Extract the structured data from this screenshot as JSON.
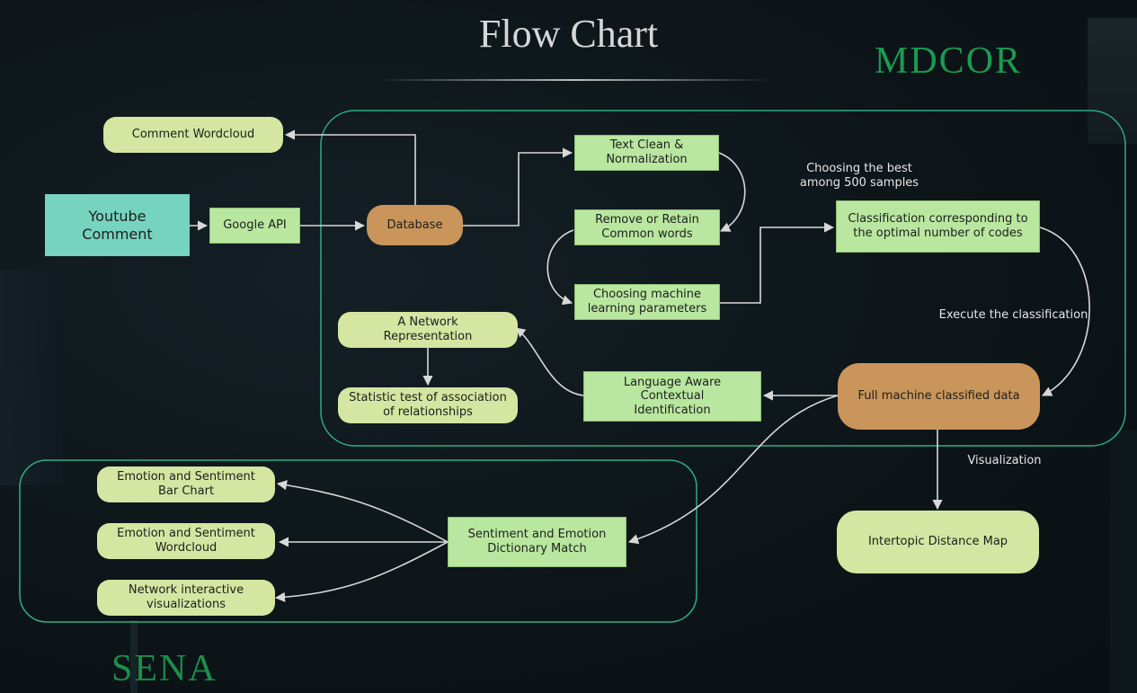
{
  "title": "Flow Chart",
  "brands": {
    "mdcor": "MDCOR",
    "sena": "SENA"
  },
  "nodes": {
    "youtube_comment": "Youtube Comment",
    "google_api": "Google API",
    "comment_wordcloud": "Comment Wordcloud",
    "database": "Database",
    "text_clean": "Text Clean & Normalization",
    "remove_retain": "Remove or Retain Common words",
    "choosing_params": "Choosing machine learning parameters",
    "classification": "Classification corresponding to the optimal number of codes",
    "full_classified": "Full machine classified data",
    "language_aware": "Language Aware Contextual Identification",
    "network_rep": "A Network Representation",
    "statistic_test": "Statistic test of association of relationships",
    "intertopic_map": "Intertopic Distance Map",
    "sentiment_match": "Sentiment and Emotion Dictionary Match",
    "emotion_bar": "Emotion and Sentiment Bar Chart",
    "emotion_wordcloud": "Emotion and Sentiment Wordcloud",
    "network_vis": "Network interactive visualizations"
  },
  "edge_labels": {
    "choosing_best": "Choosing the best among 500 samples",
    "execute": "Execute the classification",
    "visualization": "Visualization"
  },
  "colors": {
    "node_green": "#b9e7a0",
    "node_pill": "#d4e6a1",
    "node_brown": "#c9955a",
    "node_teal": "#76d3bd",
    "group_border": "#2fae82",
    "brand_green": "#1b9a52",
    "arrow": "#d8d8d8"
  }
}
